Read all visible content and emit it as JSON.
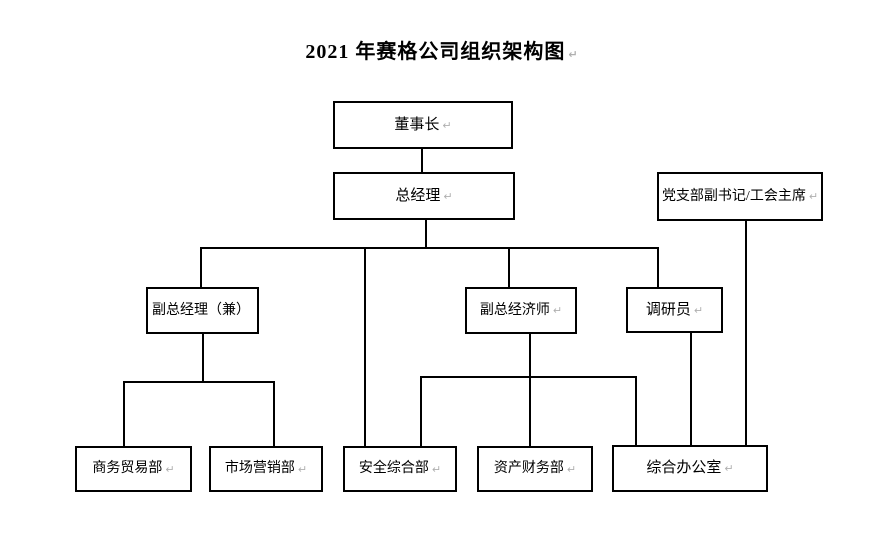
{
  "title": {
    "text": "2021 年赛格公司组织架构图",
    "mark": "↵"
  },
  "nodes": {
    "chairman": {
      "label": "董事长",
      "mark": "↵"
    },
    "general_manager": {
      "label": "总经理",
      "mark": "↵"
    },
    "party_deputy_secretary": {
      "label": "党支部副书记/工会主席",
      "mark": "↵"
    },
    "deputy_general_manager": {
      "label": "副总经理（兼）",
      "mark": ""
    },
    "deputy_chief_economist": {
      "label": "副总经济师",
      "mark": "↵"
    },
    "researcher": {
      "label": "调研员",
      "mark": "↵"
    },
    "commerce_trade_dept": {
      "label": "商务贸易部",
      "mark": "↵"
    },
    "marketing_dept": {
      "label": "市场营销部",
      "mark": "↵"
    },
    "safety_general_dept": {
      "label": "安全综合部",
      "mark": "↵"
    },
    "assets_finance_dept": {
      "label": "资产财务部",
      "mark": "↵"
    },
    "general_office": {
      "label": "综合办公室",
      "mark": "↵"
    }
  },
  "colors": {
    "background": "#ffffff",
    "box_border": "#000000",
    "connector": "#000000",
    "text": "#000000",
    "paragraph_mark": "#b0b0b0"
  }
}
